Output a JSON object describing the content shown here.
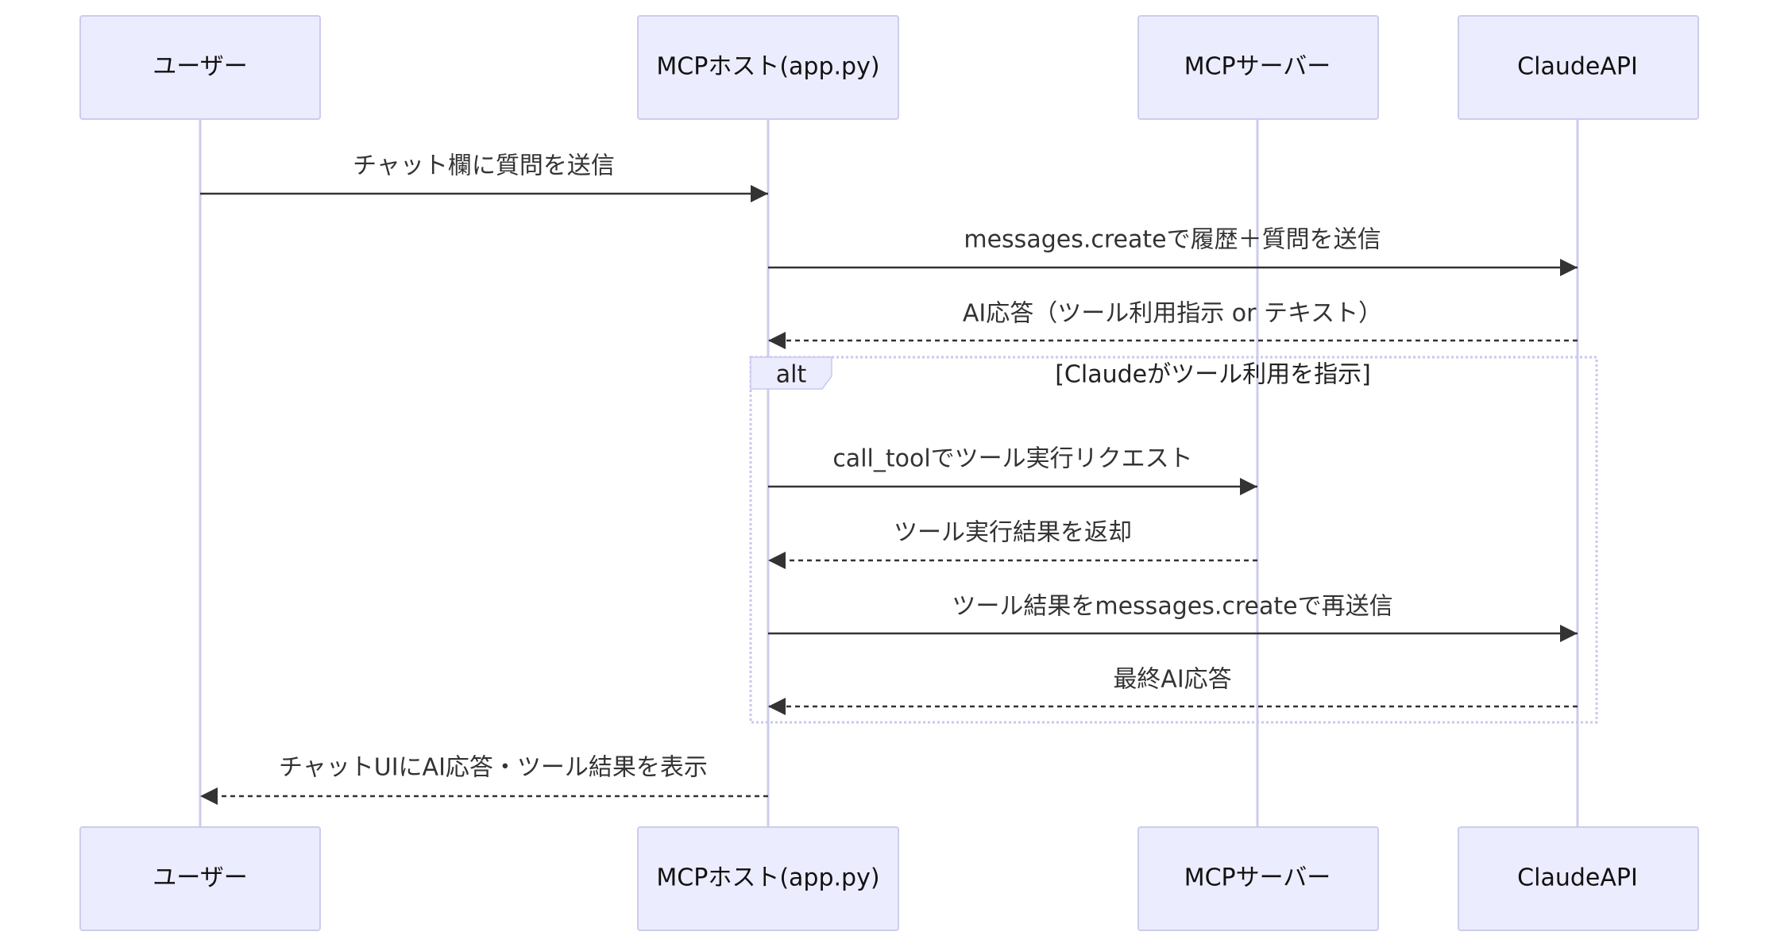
{
  "actors": [
    {
      "id": "user",
      "label": "ユーザー"
    },
    {
      "id": "host",
      "label": "MCPホスト(app.py)"
    },
    {
      "id": "server",
      "label": "MCPサーバー"
    },
    {
      "id": "claude",
      "label": "ClaudeAPI"
    }
  ],
  "messages": [
    {
      "from": "user",
      "to": "host",
      "style": "solid",
      "label": "チャット欄に質問を送信"
    },
    {
      "from": "host",
      "to": "claude",
      "style": "solid",
      "label": "messages.createで履歴＋質問を送信"
    },
    {
      "from": "claude",
      "to": "host",
      "style": "dashed",
      "label": "AI応答（ツール利用指示 or テキスト）"
    },
    {
      "from": "host",
      "to": "server",
      "style": "solid",
      "label": "call_toolでツール実行リクエスト"
    },
    {
      "from": "server",
      "to": "host",
      "style": "dashed",
      "label": "ツール実行結果を返却"
    },
    {
      "from": "host",
      "to": "claude",
      "style": "solid",
      "label": "ツール結果をmessages.createで再送信"
    },
    {
      "from": "claude",
      "to": "host",
      "style": "dashed",
      "label": "最終AI応答"
    },
    {
      "from": "host",
      "to": "user",
      "style": "dashed",
      "label": "チャットUIにAI応答・ツール結果を表示"
    }
  ],
  "frame": {
    "kind": "alt",
    "condition": "[Claudeがツール利用を指示]",
    "first_message": 3,
    "last_message": 6
  },
  "colors": {
    "actor_fill": "#ECECFF",
    "actor_stroke": "#CCCCEE",
    "lifeline": "#CCCCEE",
    "arrow": "#333333"
  }
}
